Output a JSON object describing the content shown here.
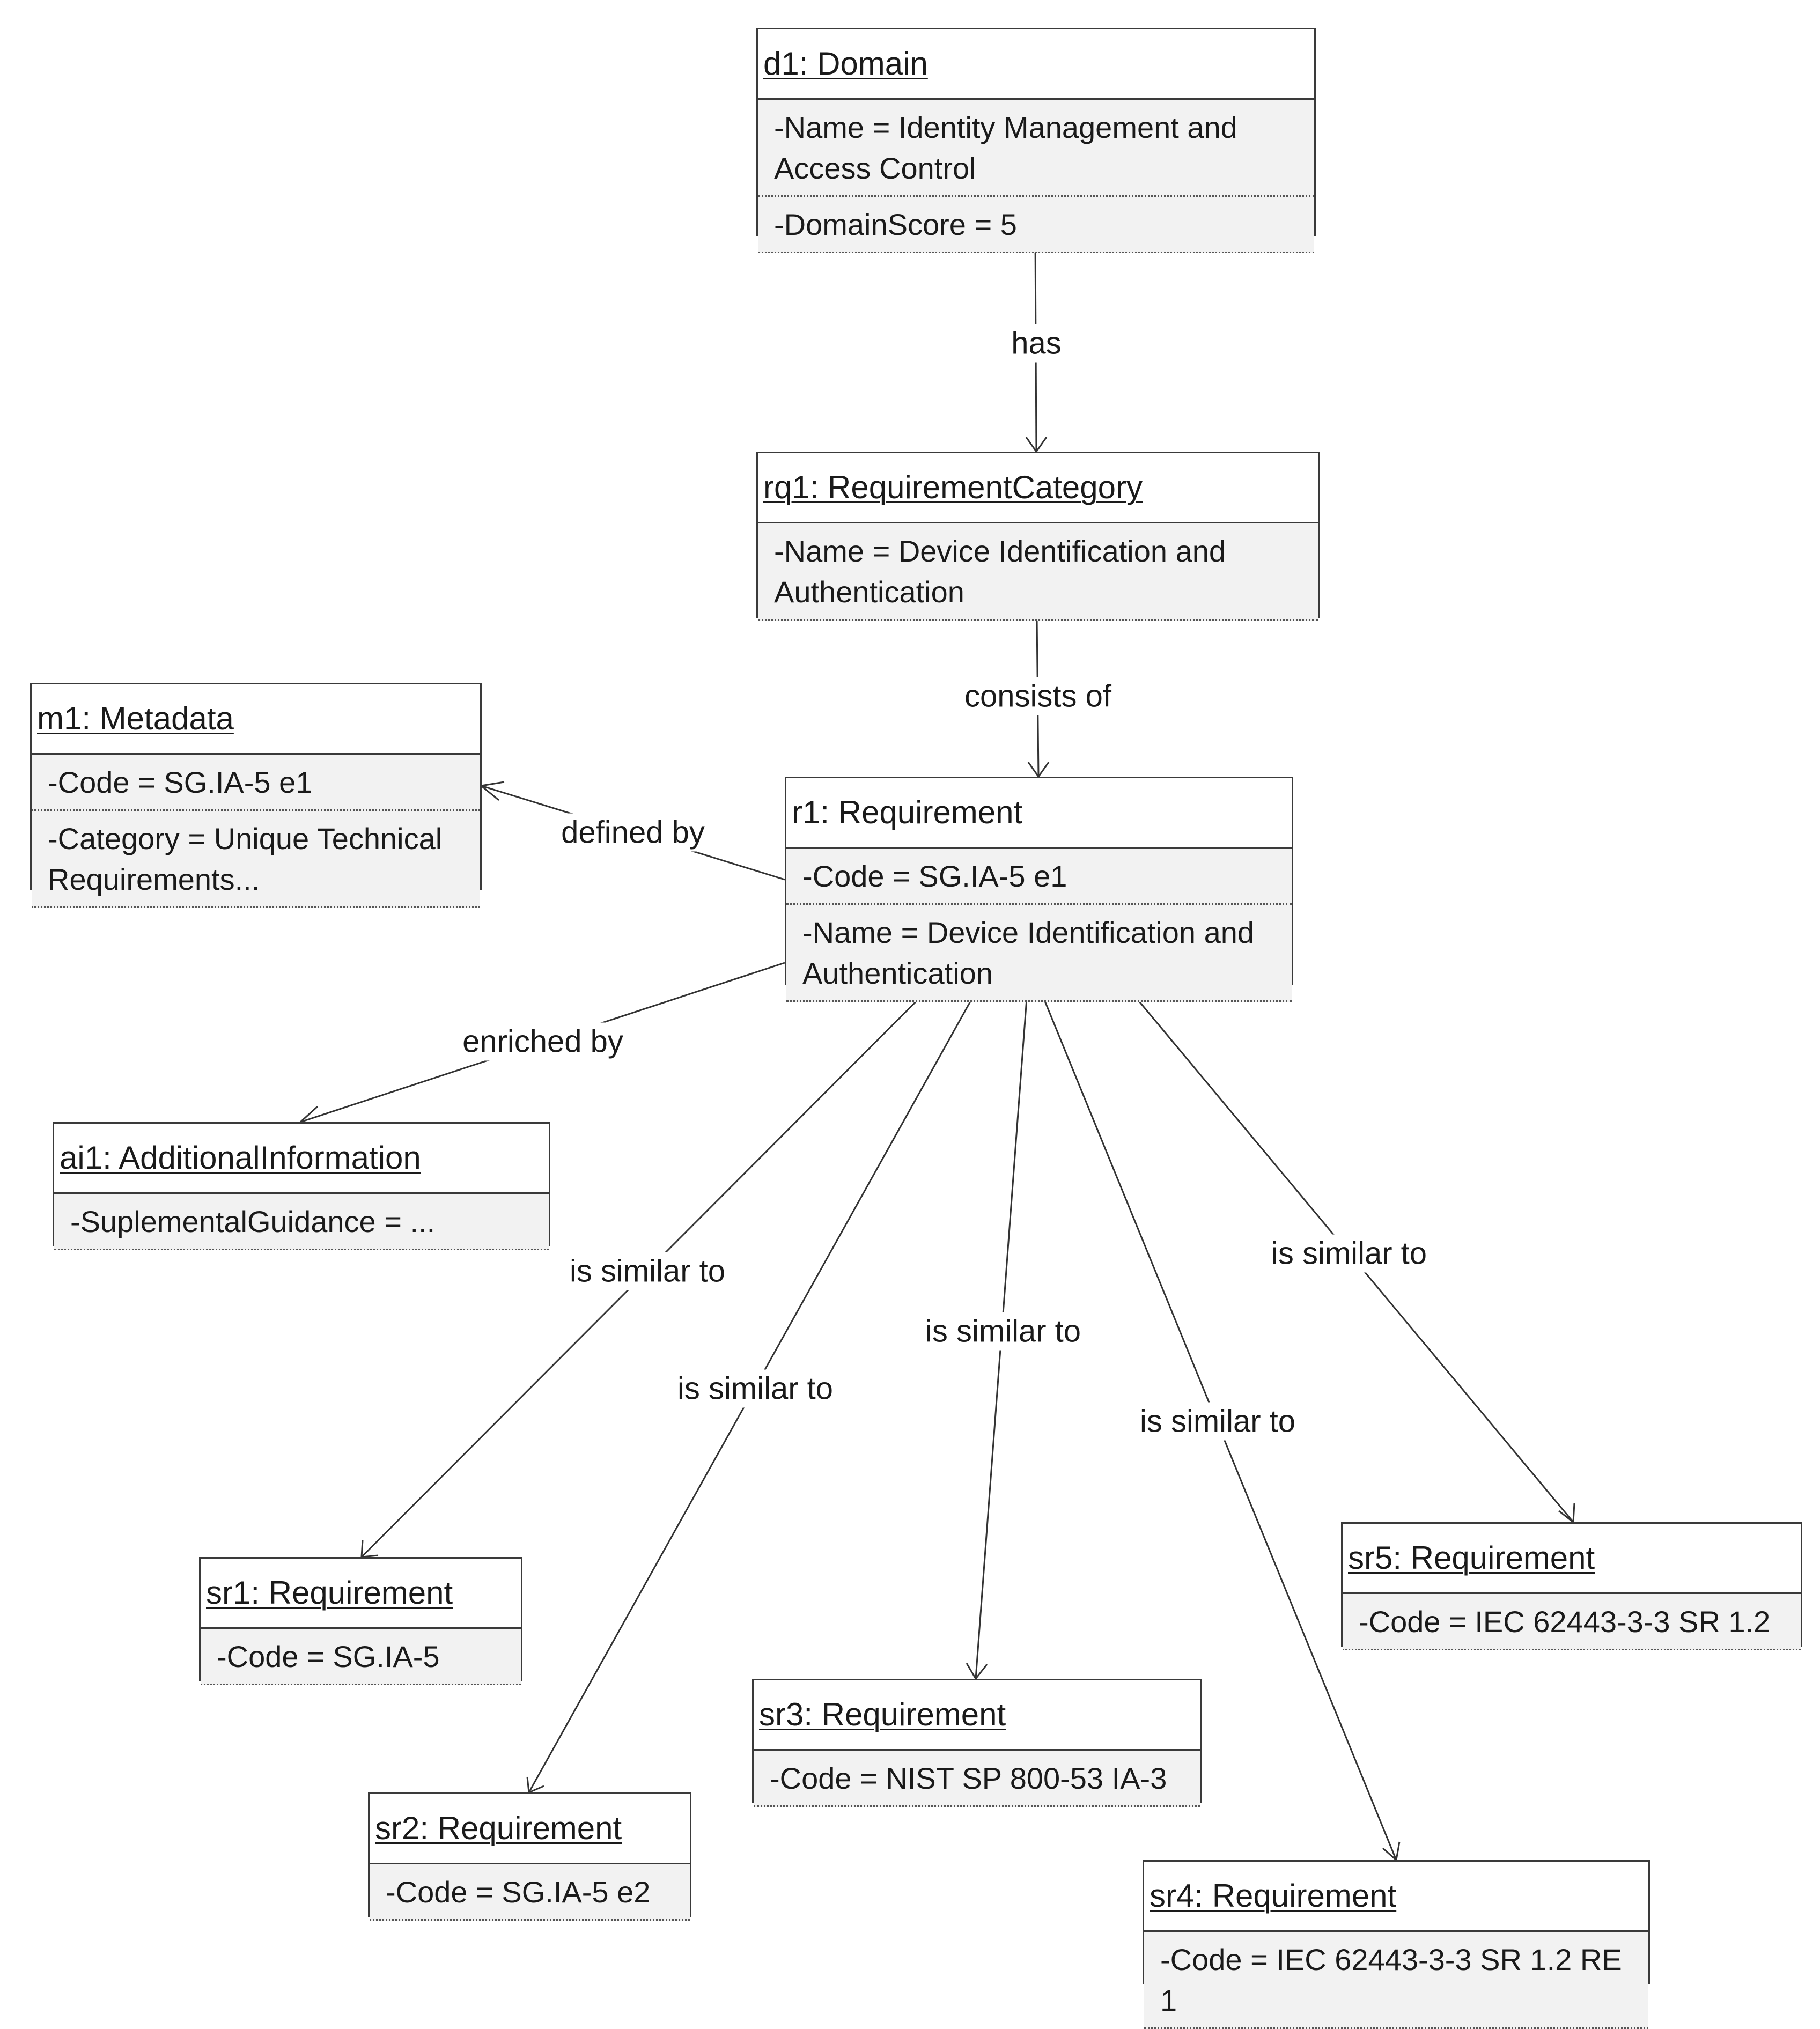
{
  "objects": {
    "d1": {
      "title": "d1: Domain",
      "attrs": [
        "-Name = Identity Management and Access Control",
        "-DomainScore = 5"
      ]
    },
    "rq1": {
      "title": "rq1: RequirementCategory",
      "attrs": [
        "-Name = Device Identification and Authentication"
      ]
    },
    "m1": {
      "title": "m1: Metadata",
      "attrs": [
        "-Code = SG.IA-5 e1",
        "-Category = Unique Technical Requirements..."
      ]
    },
    "r1": {
      "title": "r1: Requirement",
      "attrs": [
        "-Code = SG.IA-5 e1",
        "-Name = Device Identification and Authentication"
      ]
    },
    "ai1": {
      "title": "ai1: AdditionalInformation",
      "attrs": [
        "-SuplementalGuidance = ..."
      ]
    },
    "sr1": {
      "title": "sr1: Requirement",
      "attrs": [
        "-Code = SG.IA-5"
      ]
    },
    "sr2": {
      "title": "sr2: Requirement",
      "attrs": [
        "-Code = SG.IA-5 e2"
      ]
    },
    "sr3": {
      "title": "sr3: Requirement",
      "attrs": [
        "-Code = NIST SP 800-53 IA-3"
      ]
    },
    "sr4": {
      "title": "sr4: Requirement",
      "attrs": [
        "-Code = IEC 62443-3-3 SR 1.2 RE 1"
      ]
    },
    "sr5": {
      "title": "sr5: Requirement",
      "attrs": [
        "-Code = IEC 62443-3-3 SR 1.2"
      ]
    }
  },
  "edges": {
    "has": "has",
    "consists_of": "consists of",
    "defined_by": "defined by",
    "enriched_by": "enriched by",
    "similar_1": "is similar to",
    "similar_2": "is similar to",
    "similar_3": "is similar to",
    "similar_4": "is similar to",
    "similar_5": "is similar to"
  }
}
